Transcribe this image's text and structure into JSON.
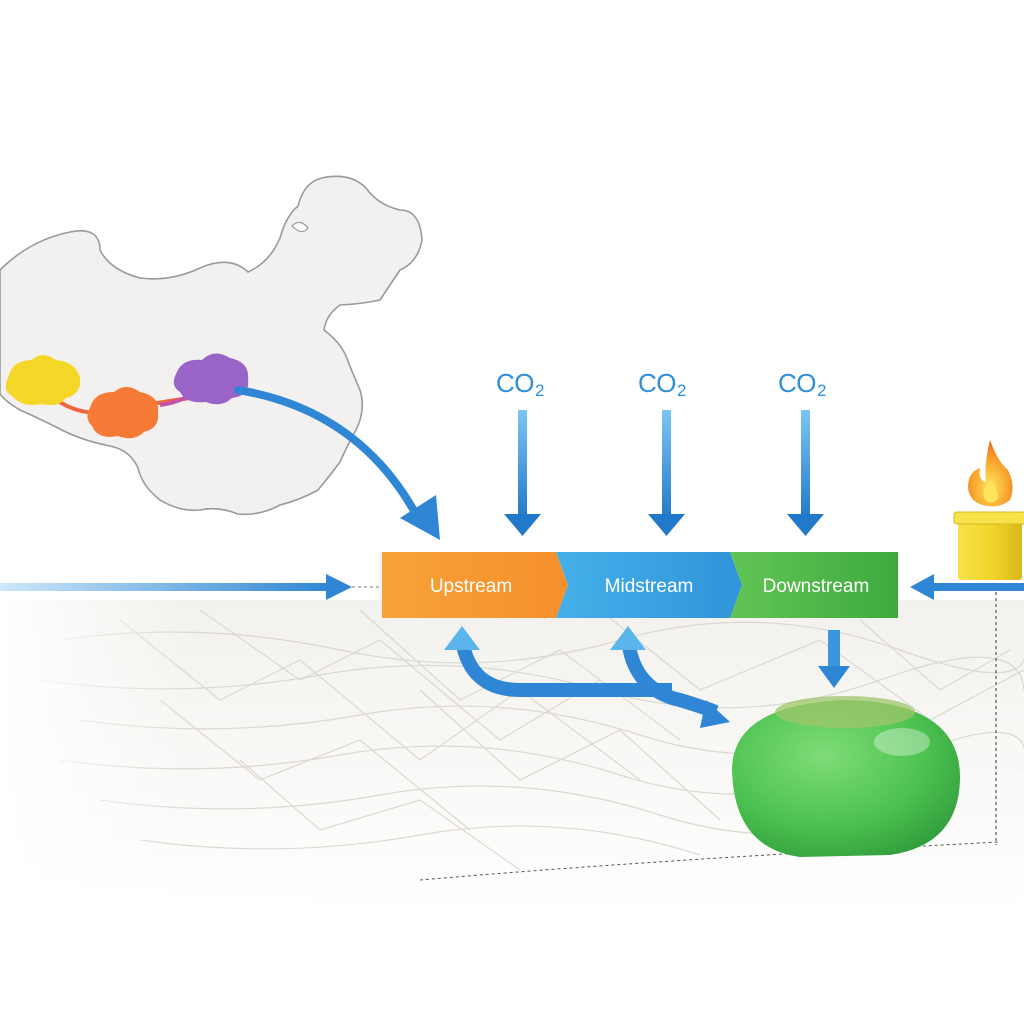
{
  "diagram": {
    "stages": [
      {
        "label": "Upstream",
        "color": "#f7a23a"
      },
      {
        "label": "Midstream",
        "color": "#3aa3e3"
      },
      {
        "label": "Downstream",
        "color": "#4cb648"
      }
    ],
    "co2_labels": [
      {
        "main": "CO",
        "sub": "2"
      },
      {
        "main": "CO",
        "sub": "2"
      },
      {
        "main": "CO",
        "sub": "2"
      }
    ],
    "region_markers": [
      {
        "color": "#f5d728"
      },
      {
        "color": "#f57a35"
      },
      {
        "color": "#9a63c7"
      }
    ],
    "arrow_color": "#2e86d4",
    "storage_color": "#4fc55a",
    "flame_colors": [
      "#f0831f",
      "#ffd23a"
    ],
    "container_color": "#f3d52a"
  }
}
